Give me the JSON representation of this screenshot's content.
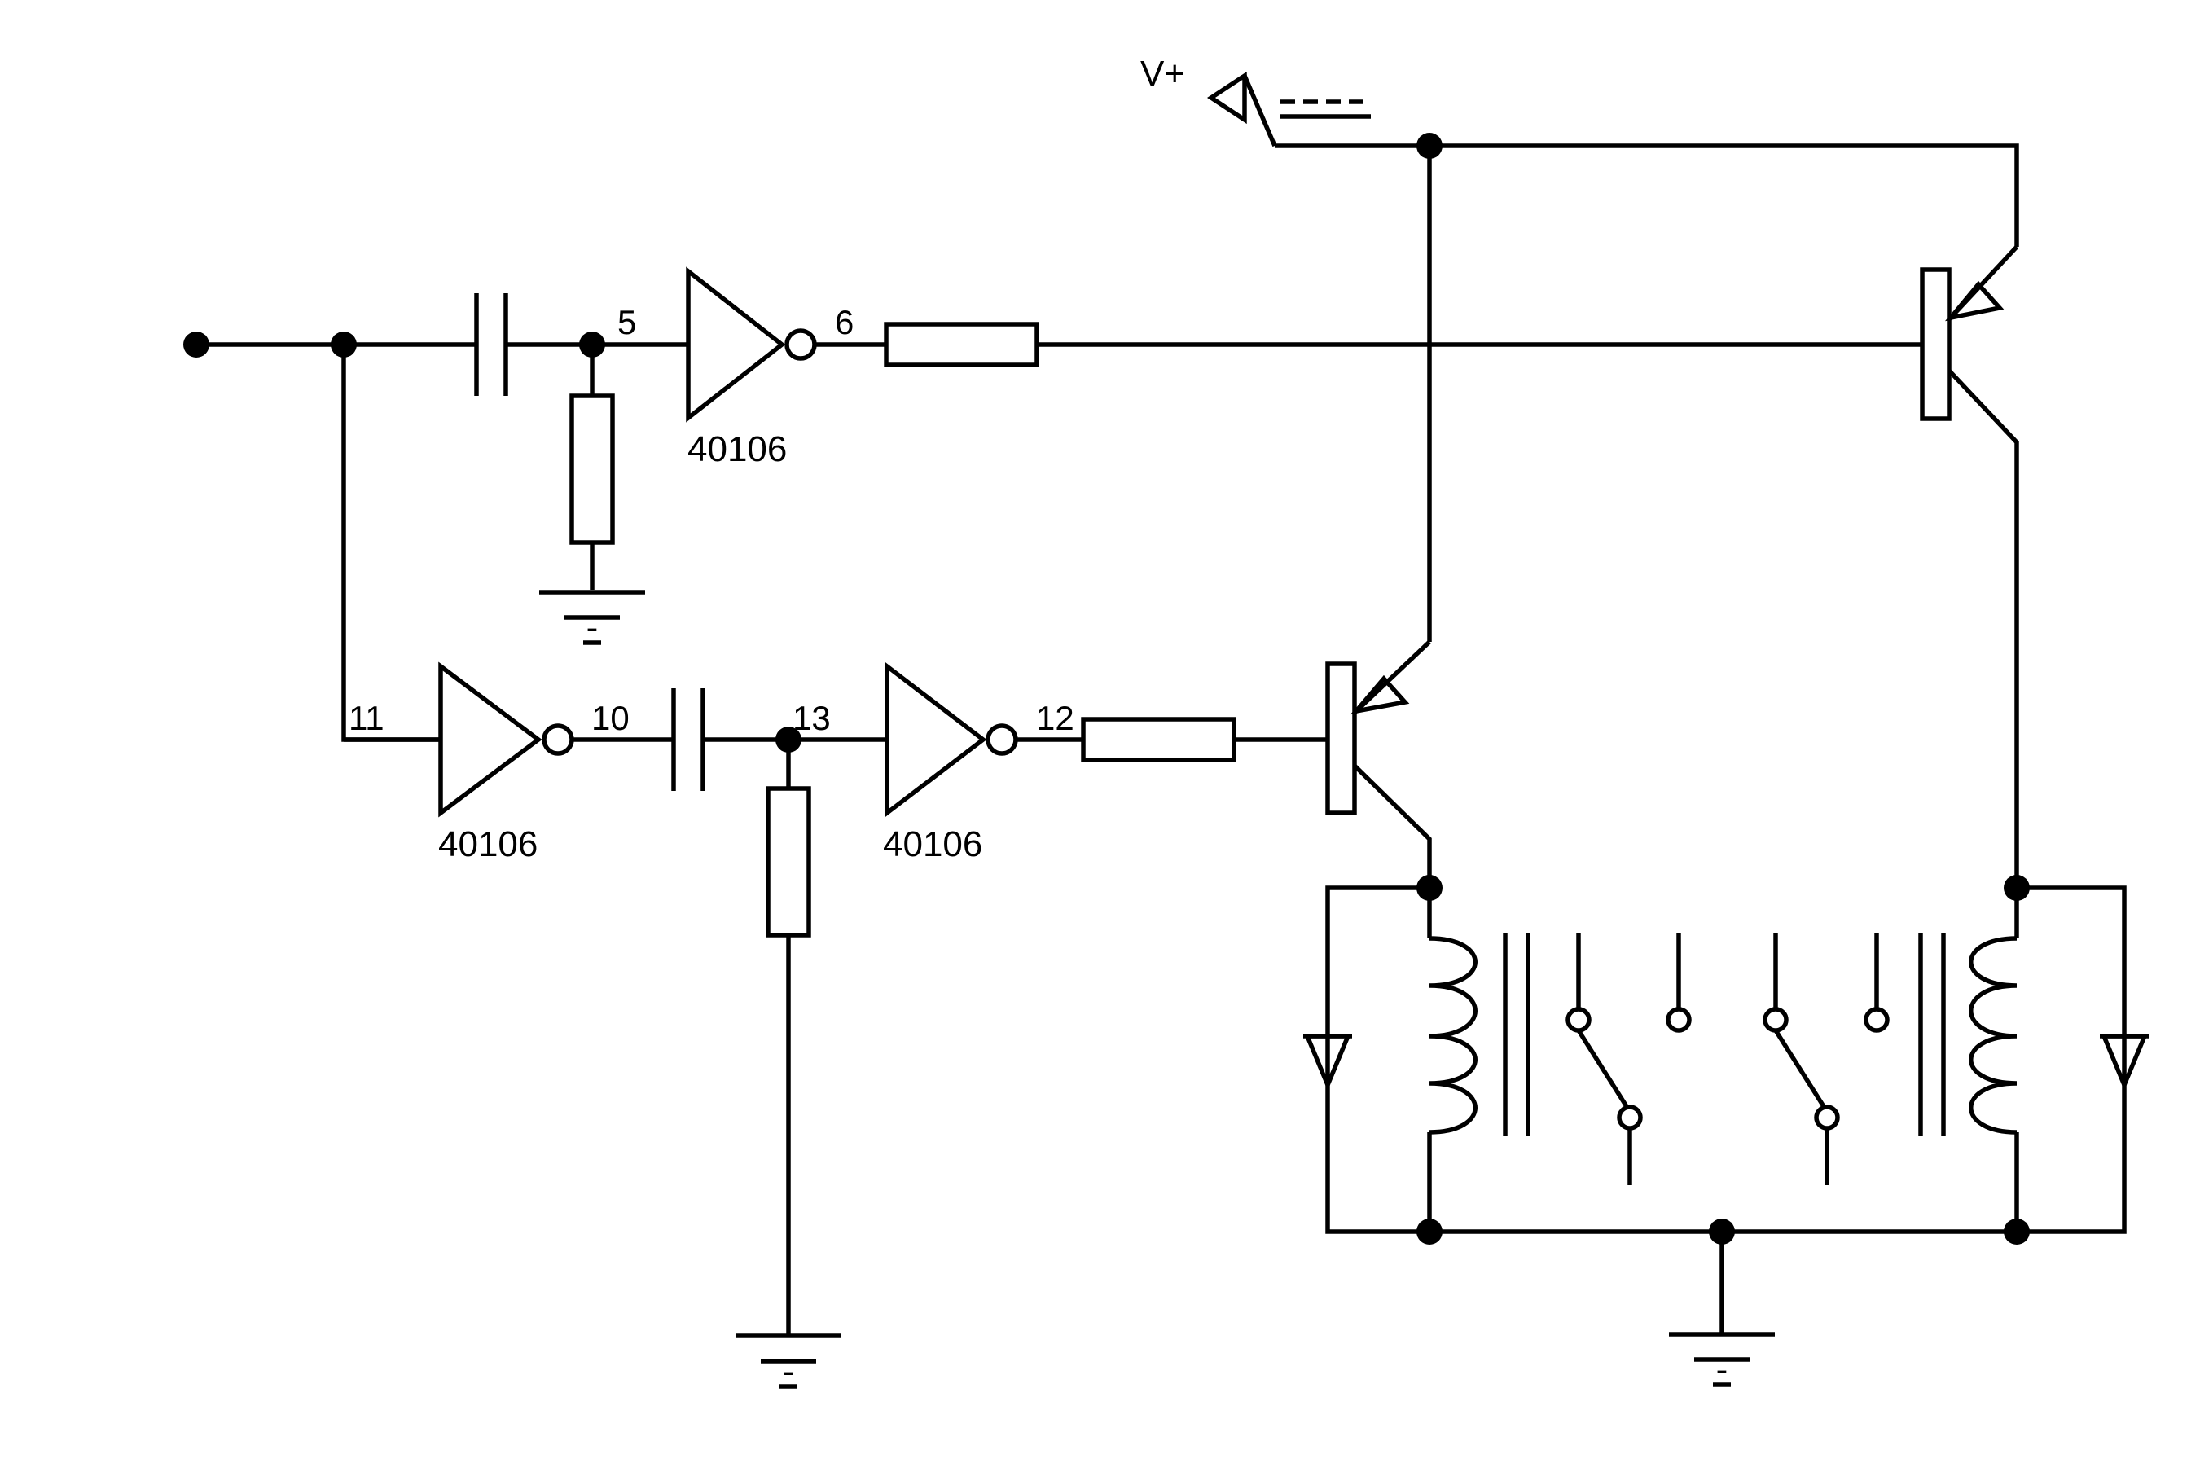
{
  "supply": {
    "label": "V+"
  },
  "gates": [
    {
      "part": "40106",
      "in_pin": "5",
      "out_pin": "6"
    },
    {
      "part": "40106",
      "in_pin": "11",
      "out_pin": "10"
    },
    {
      "part": "40106",
      "in_pin": "13",
      "out_pin": "12"
    }
  ],
  "ground_marks": [
    "-",
    "-",
    "-"
  ]
}
